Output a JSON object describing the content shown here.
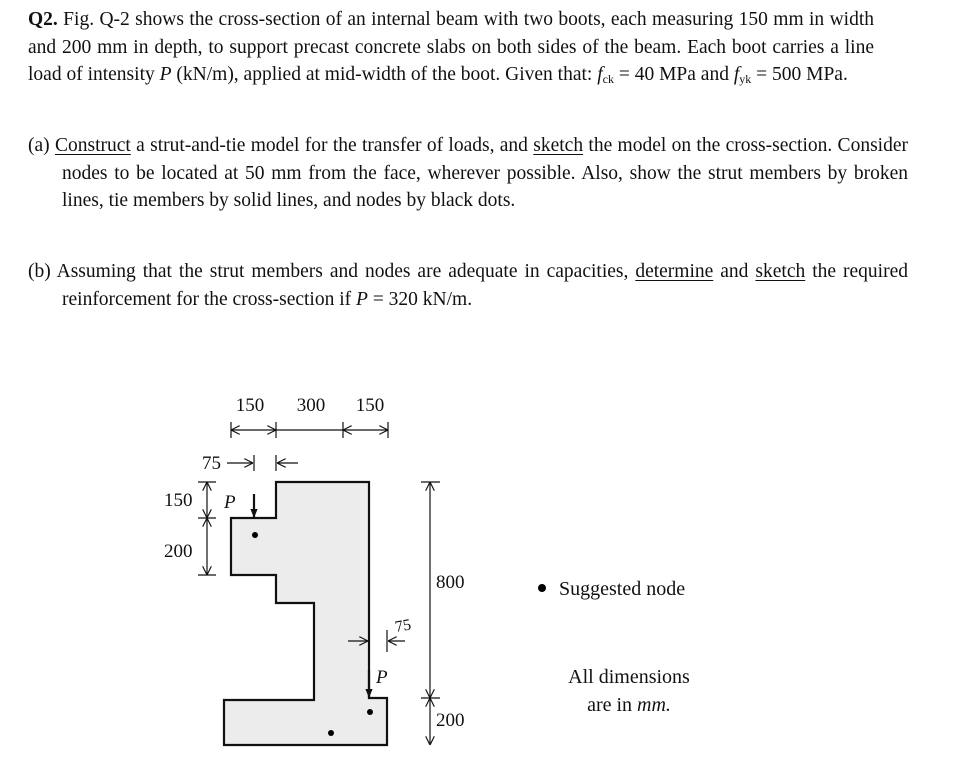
{
  "question": {
    "number": "Q2.",
    "p1": " Fig. Q-2 shows the cross-section of an internal beam with two boots, each measuring 150 mm in width and 200 mm in depth, to support precast concrete slabs on both sides of the beam. Each boot carries a line load of intensity ",
    "p_symbol": "P",
    "p2": " (kN/m), applied at mid-width of the boot.  Given that: ",
    "fck_f": "f",
    "fck_sub": "ck",
    "fck_val": " = 40 MPa and ",
    "fyk_f": "f",
    "fyk_sub": "yk",
    "fyk_val": " = 500 MPa."
  },
  "part_a": {
    "label": "(a) ",
    "w1": "Construct",
    "t1": " a strut-and-tie model for the transfer of loads, and ",
    "w2": "sketch",
    "t2": " the model on the cross-section.  Consider nodes to be located at 50 mm from the face, wherever possible.  Also, show the strut members by broken lines, tie members by solid lines, and nodes by black dots."
  },
  "part_b": {
    "label": "(b) ",
    "t1": "Assuming that the strut members and nodes are adequate in capacities, ",
    "w1": "determine",
    "t2": " and ",
    "w2": "sketch",
    "t3": " the required reinforcement for the cross-section if ",
    "p_symbol": "P",
    "t4": " = 320 kN/m."
  },
  "figure": {
    "dim_150_left": "150",
    "dim_300": "300",
    "dim_150_right": "150",
    "dim_75_top": "75",
    "dim_150_depth": "150",
    "dim_200_depth": "200",
    "load_top": "P",
    "dim_800": "800",
    "dim_75_bottom": "75",
    "load_bottom": "P",
    "dim_200_bottom": "200",
    "fill_color": "#ececec",
    "legend_node": "Suggested node",
    "note_line1": "All dimensions",
    "note_line2": "are in ",
    "note_unit": "mm."
  }
}
